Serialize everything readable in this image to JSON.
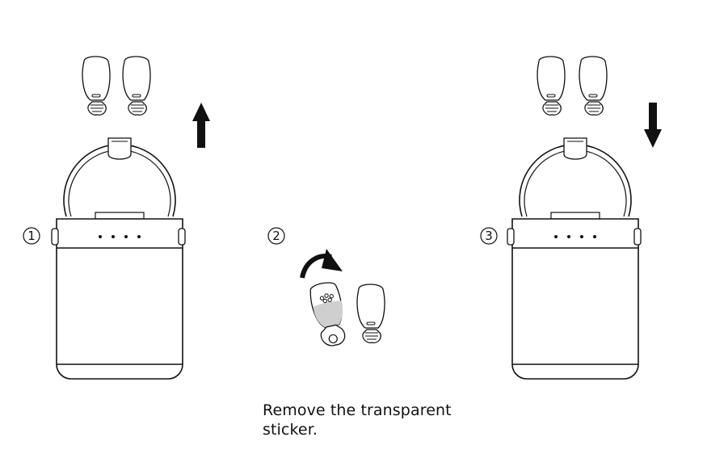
{
  "steps": [
    {
      "number": "1"
    },
    {
      "number": "2"
    },
    {
      "number": "3"
    }
  ],
  "caption": {
    "line1": "Remove the transparent",
    "line2": "sticker."
  },
  "colors": {
    "stroke": "#111111",
    "sticker": "#cfcfcf",
    "background": "#ffffff"
  },
  "icons": [
    "earbud-icon",
    "charging-case-icon",
    "arrow-up-icon",
    "arrow-down-icon",
    "curved-arrow-icon",
    "sticker-icon"
  ]
}
